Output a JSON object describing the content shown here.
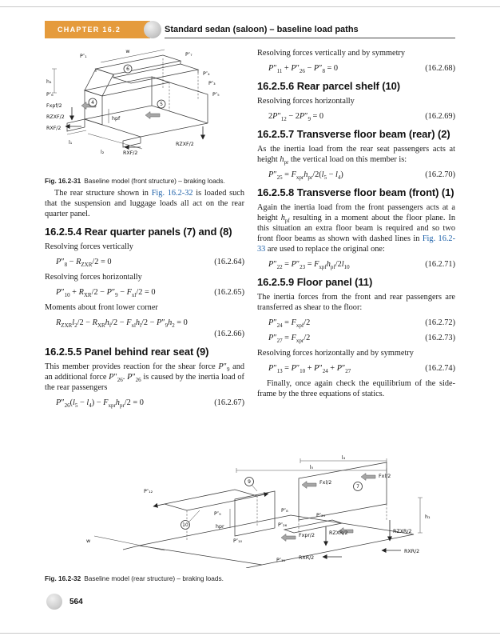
{
  "theme": {
    "accent_orange": "#E59B3C",
    "link_blue": "#1B5FA8",
    "rule_gray": "#C8C8C8"
  },
  "header": {
    "chapter_label": "CHAPTER 16.2",
    "page_title": "Standard sedan (saloon) – baseline load paths"
  },
  "footer": {
    "page_number": "564"
  },
  "fig1": {
    "caption_label": "Fig. 16.2-31",
    "caption_text": "Baseline model (front structure) – braking loads.",
    "labels": {
      "p1": "P″₁",
      "p3": "P″₃",
      "p4": "P″₄",
      "p5": "P″₅",
      "p6": "P″₆",
      "p7": "P″₇",
      "w": "w",
      "h1": "h₁",
      "hpf": "hpf",
      "l1": "l₁",
      "l2": "l₂",
      "fxpf": "Fxpf/2",
      "rzxf_a": "RZXF/2",
      "rzxf_b": "RZXF/2",
      "rxf_a": "RXF/2",
      "rxf_b": "RXF/2",
      "n4": "4",
      "n5": "5",
      "n6": "6"
    }
  },
  "fig2": {
    "caption_label": "Fig. 16.2-32",
    "caption_text": "Baseline model (rear structure) – braking loads.",
    "labels": {
      "p8": "P″₈",
      "p9": "P″₉",
      "p10": "P″₁₀",
      "p11": "P″₁₁",
      "p12": "P″₁₂",
      "p25": "P″₂₅",
      "p26": "P″₂₆",
      "fxl_a": "Fxl/2",
      "fxl_b": "Fxl/2",
      "fxpr": "Fxpr/2",
      "rzxr_a": "RZXR/2",
      "rzxr_b": "RZXR/2",
      "rxr_a": "RXR/2",
      "rxr_b": "RXR/2",
      "h1": "h₁",
      "hpr": "hpr",
      "l4": "l₄",
      "l5": "l₅",
      "w": "w",
      "n7": "7",
      "n9": "9",
      "n10": "10"
    }
  },
  "left_col": {
    "para_intro_pre": "The rear structure shown in ",
    "para_intro_link": "Fig. 16.2-32",
    "para_intro_post": " is loaded such that the suspension and luggage loads all act on the rear quarter panel.",
    "s254_heading": "16.2.5.4 Rear quarter panels (7) and (8)",
    "resolve_vertical": "Resolving forces vertically",
    "eq64_html": "<i>P</i>″<sub>8</sub> − <i>R</i><sub>ZXR</sub>/2 = 0",
    "eq64_num": "(16.2.64)",
    "resolve_horizontal": "Resolving forces horizontally",
    "eq65_html": "<i>P</i>″<sub>10</sub> + <i>R</i><sub>XR</sub>/2 − <i>P</i>″<sub>9</sub> − <i>F</i><sub>xl</sub>/2 = 0",
    "eq65_num": "(16.2.65)",
    "moments_line": "Moments about front lower corner",
    "eq66_html": "<i>R</i><sub>ZXR</sub><i>l</i><sub>2</sub>/2 − <i>R</i><sub>XR</sub><i>h</i><sub>f</sub>/2 − <i>F</i><sub>xl</sub><i>h</i><sub>l</sub>/2 − <i>P</i>″<sub>9</sub><i>h</i><sub>2</sub> = 0",
    "eq66_num": "(16.2.66)",
    "s255_heading": "16.2.5.5 Panel behind rear seat (9)",
    "para_panel_html": "This member provides reaction for the shear force <i>P</i>″<sub>9</sub> and an additional force <i>P</i>″<sub>26</sub>. <i>P</i>″<sub>26</sub> is caused by the inertia load of the rear passengers",
    "eq67_html": "<i>P</i>″<sub>26</sub>(<i>l</i><sub>5</sub> − <i>l</i><sub>4</sub>) − <i>F</i><sub>xpr</sub><i>h</i><sub>pr</sub>/2 = 0",
    "eq67_num": "(16.2.67)"
  },
  "right_col": {
    "resolve_vert_sym": "Resolving forces vertically and by symmetry",
    "eq68_html": "<i>P</i>″<sub>11</sub> + <i>P</i>″<sub>26</sub> − <i>P</i>″<sub>8</sub> = 0",
    "eq68_num": "(16.2.68)",
    "s256_heading": "16.2.5.6 Rear parcel shelf (10)",
    "resolve_horizontal": "Resolving forces horizontally",
    "eq69_html": "2<i>P</i>″<sub>12</sub> − 2<i>P</i>″<sub>9</sub> = 0",
    "eq69_num": "(16.2.69)",
    "s257_heading": "16.2.5.7 Transverse floor beam (rear) (2)",
    "para_257_html": "As the inertia load from the rear seat passengers acts at height <i>h</i><sub>pr</sub> the vertical load on this member is:",
    "eq70_html": "<i>P</i>″<sub>25</sub> = <i>F</i><sub>xpr</sub><i>h</i><sub>pr</sub>/2(<i>l</i><sub>5</sub> − <i>l</i><sub>4</sub>)",
    "eq70_num": "(16.2.70)",
    "s258_heading": "16.2.5.8 Transverse floor beam (front) (1)",
    "para_258_pre_html": "Again the inertia load from the front passengers acts at a height <i>h</i><sub>pf</sub> resulting in a moment about the floor plane. In this situation an extra floor beam is required and so two front floor beams as shown with dashed lines in ",
    "para_258_link": "Fig. 16.2-33",
    "para_258_post": " are used to replace the original one:",
    "eq71_html": "<i>P</i>″<sub>22</sub> = <i>P</i>″<sub>23</sub> = <i>F</i><sub>xpf</sub><i>h</i><sub>pf</sub>/2<i>l</i><sub>10</sub>",
    "eq71_num": "(16.2.71)",
    "s259_heading": "16.2.5.9 Floor panel (11)",
    "para_259": "The inertia forces from the front and rear passengers are transferred as shear to the floor:",
    "eq72_html": "<i>P</i>″<sub>24</sub> = <i>F</i><sub>xpf</sub>/2",
    "eq72_num": "(16.2.72)",
    "eq73_html": "<i>P</i>″<sub>27</sub> = <i>F</i><sub>xpr</sub>/2",
    "eq73_num": "(16.2.73)",
    "resolve_horiz_sym": "Resolving forces horizontally and by symmetry",
    "eq74_html": "<i>P</i>″<sub>13</sub> = <i>P</i>″<sub>10</sub> + <i>P</i>″<sub>24</sub> + <i>P</i>″<sub>27</sub>",
    "eq74_num": "(16.2.74)",
    "para_final": "Finally, once again check the equilibrium of the side-frame by the three equations of statics."
  }
}
